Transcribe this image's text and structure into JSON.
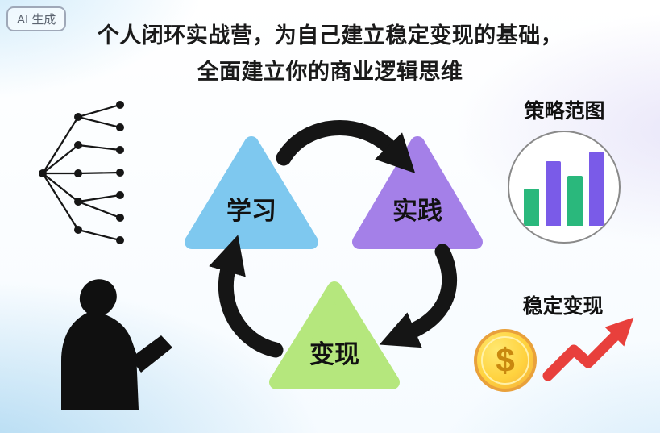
{
  "badge": {
    "label": "AI 生成"
  },
  "title": {
    "line1": "个人闭环实战营，为自己建立稳定变现的基础，",
    "line2": "全面建立你的商业逻辑思维"
  },
  "cycle": {
    "learn_label": "学习",
    "practice_label": "实践",
    "monetize_label": "变现"
  },
  "strategy_section": {
    "title": "策略范图"
  },
  "income_section": {
    "title": "稳定变现",
    "coin_symbol": "$"
  },
  "chart_data": {
    "type": "bar",
    "title": "策略范图",
    "values": [
      46,
      80,
      62,
      92
    ],
    "colors": [
      "#2AB87C",
      "#7A5BE8",
      "#2AB87C",
      "#7A5BE8"
    ]
  },
  "colors": {
    "learn_triangle": "#7EC8EF",
    "practice_triangle": "#A480E8",
    "monetize_triangle": "#B5E77D",
    "cycle_arrow": "#151515",
    "silhouette": "#101010",
    "trend_arrow": "#E8403C",
    "coin_fill": "#FFC93C",
    "coin_symbol_color": "#C9880F"
  }
}
